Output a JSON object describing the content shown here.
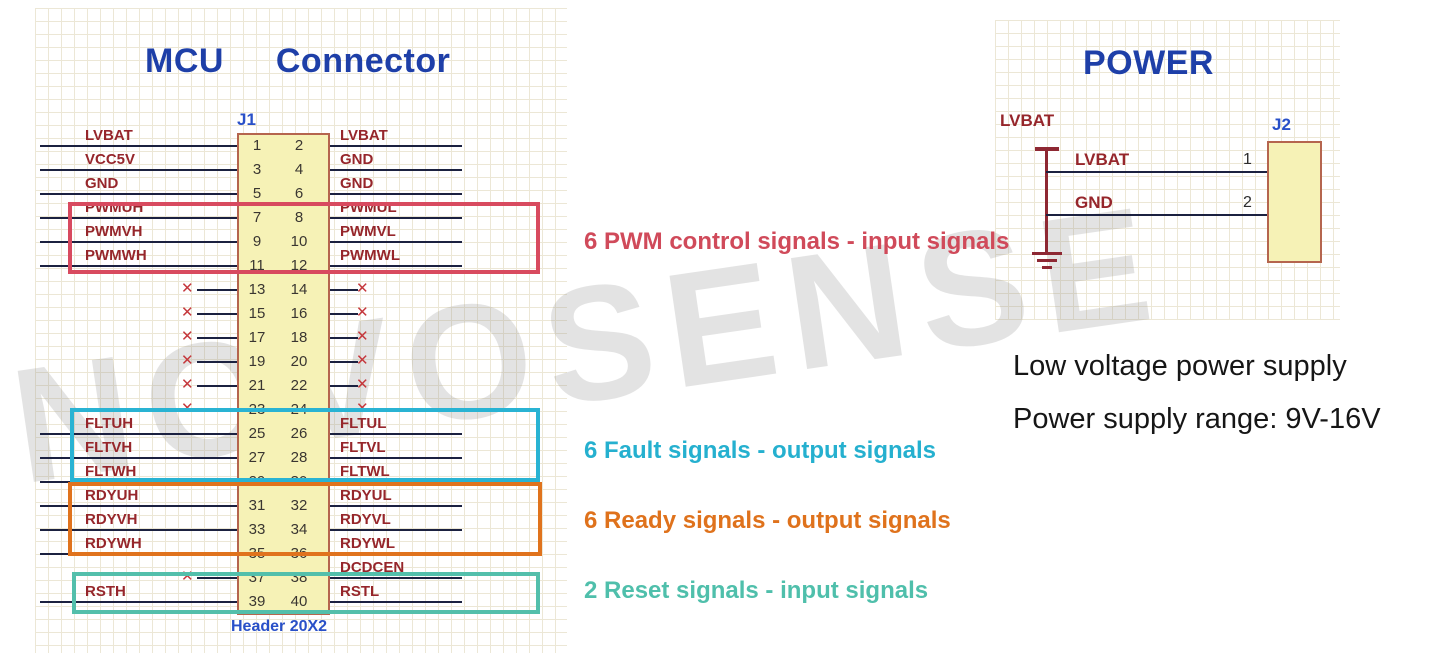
{
  "watermark": "NOVOSENSE",
  "colors": {
    "title_blue": "#1e3fa8",
    "designator_blue": "#2950c8",
    "net_label_red": "#96262b",
    "wire_navy": "#1b2140",
    "body_fill": "#f6f2b6",
    "body_border": "#b5654e",
    "no_connect_red": "#c5383d",
    "pwm_box": "#d84a5f",
    "fault_box": "#29b3d3",
    "ready_box": "#e0731d",
    "reset_box": "#53bfab"
  },
  "mcu": {
    "title": "MCU Connector",
    "ref": "J1",
    "footer": "Header 20X2",
    "rows": [
      {
        "left": "LVBAT",
        "p1": "1",
        "p2": "2",
        "right": "LVBAT"
      },
      {
        "left": "VCC5V",
        "p1": "3",
        "p2": "4",
        "right": "GND"
      },
      {
        "left": "GND",
        "p1": "5",
        "p2": "6",
        "right": "GND"
      },
      {
        "left": "PWMUH",
        "p1": "7",
        "p2": "8",
        "right": "PWMUL"
      },
      {
        "left": "PWMVH",
        "p1": "9",
        "p2": "10",
        "right": "PWMVL"
      },
      {
        "left": "PWMWH",
        "p1": "11",
        "p2": "12",
        "right": "PWMWL"
      },
      {
        "left": "",
        "p1": "13",
        "p2": "14",
        "right": "",
        "left_nc": true,
        "right_nc": true
      },
      {
        "left": "",
        "p1": "15",
        "p2": "16",
        "right": "",
        "left_nc": true,
        "right_nc": true
      },
      {
        "left": "",
        "p1": "17",
        "p2": "18",
        "right": "",
        "left_nc": true,
        "right_nc": true
      },
      {
        "left": "",
        "p1": "19",
        "p2": "20",
        "right": "",
        "left_nc": true,
        "right_nc": true
      },
      {
        "left": "",
        "p1": "21",
        "p2": "22",
        "right": "",
        "left_nc": true,
        "right_nc": true
      },
      {
        "left": "",
        "p1": "23",
        "p2": "24",
        "right": "",
        "left_nc": true,
        "right_nc": true
      },
      {
        "left": "FLTUH",
        "p1": "25",
        "p2": "26",
        "right": "FLTUL"
      },
      {
        "left": "FLTVH",
        "p1": "27",
        "p2": "28",
        "right": "FLTVL"
      },
      {
        "left": "FLTWH",
        "p1": "29",
        "p2": "30",
        "right": "FLTWL"
      },
      {
        "left": "RDYUH",
        "p1": "31",
        "p2": "32",
        "right": "RDYUL"
      },
      {
        "left": "RDYVH",
        "p1": "33",
        "p2": "34",
        "right": "RDYVL"
      },
      {
        "left": "RDYWH",
        "p1": "35",
        "p2": "36",
        "right": "RDYWL"
      },
      {
        "left": "",
        "p1": "37",
        "p2": "38",
        "right": "DCDCEN",
        "left_nc": true
      },
      {
        "left": "RSTH",
        "p1": "39",
        "p2": "40",
        "right": "RSTL"
      }
    ],
    "annotations": [
      {
        "label": "6 PWM control signals - input signals",
        "color": "#d04a5a"
      },
      {
        "label": "6 Fault signals - output signals",
        "color": "#25b0cf"
      },
      {
        "label": "6 Ready signals - output signals",
        "color": "#df721c"
      },
      {
        "label": "2 Reset signals - input signals",
        "color": "#4fbfab"
      }
    ]
  },
  "power": {
    "title": "POWER",
    "ref": "J2",
    "rail_label": "LVBAT",
    "pins": [
      {
        "name": "LVBAT",
        "num": "1"
      },
      {
        "name": "GND",
        "num": "2"
      }
    ],
    "caption1": "Low voltage power supply",
    "caption2": "Power supply range: 9V-16V"
  }
}
